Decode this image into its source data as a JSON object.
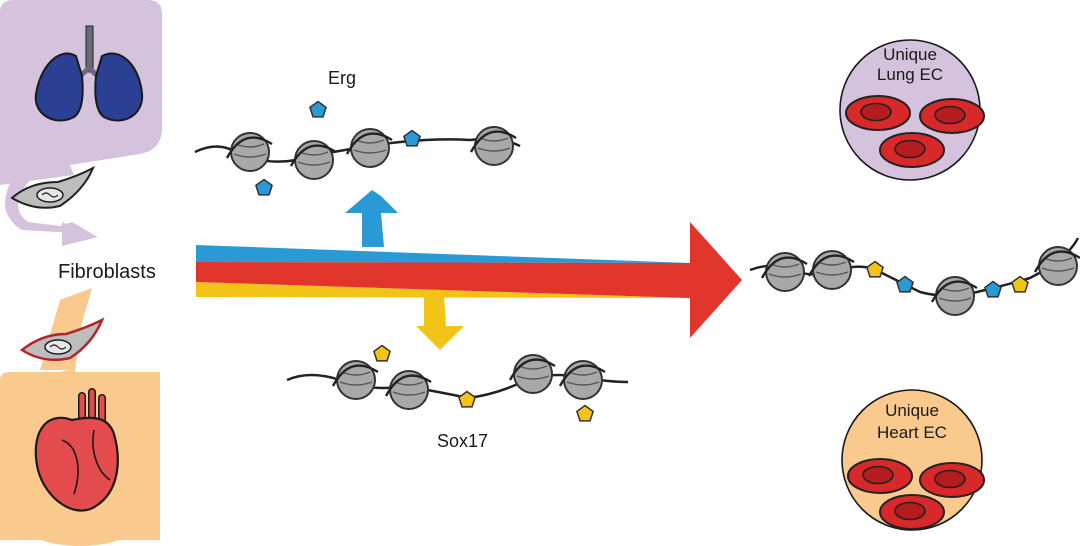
{
  "labels": {
    "fibroblasts": "Fibroblasts",
    "erg": "Erg",
    "sox17": "Sox17",
    "lung_ec_line1": "Unique",
    "lung_ec_line2": "Lung EC",
    "heart_ec_line1": "Unique",
    "heart_ec_line2": "Heart EC"
  },
  "colors": {
    "lung_bg": "#d5c3de",
    "heart_bg": "#f9c98e",
    "lung_organ": "#2b3f93",
    "heart_organ": "#e44b4c",
    "erg_blue": "#2a9ad6",
    "sox17_yellow": "#f3c418",
    "combined_red": "#e1352b",
    "nucleosome": "#a8a8a8",
    "dna": "#222222"
  },
  "icons": [
    "lung-icon",
    "heart-icon",
    "fibroblast-cell-icon",
    "nucleosome-icon",
    "transcription-factor-icon",
    "endothelial-cell-icon"
  ]
}
